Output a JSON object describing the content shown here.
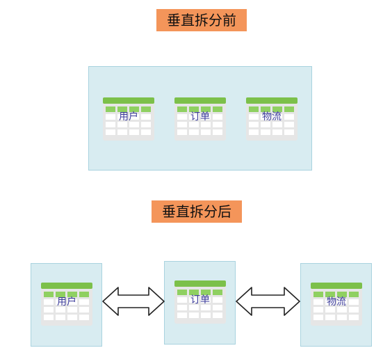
{
  "before": {
    "title": "垂直拆分前",
    "tables": [
      "用户",
      "订单",
      "物流"
    ]
  },
  "after": {
    "title": "垂直拆分后",
    "tables": [
      "用户",
      "订单",
      "物流"
    ]
  },
  "colors": {
    "title_bg": "#f4955a",
    "box_bg": "#d8ecf1",
    "table_header": "#7cc04a",
    "label_text": "#3a3a9a"
  }
}
